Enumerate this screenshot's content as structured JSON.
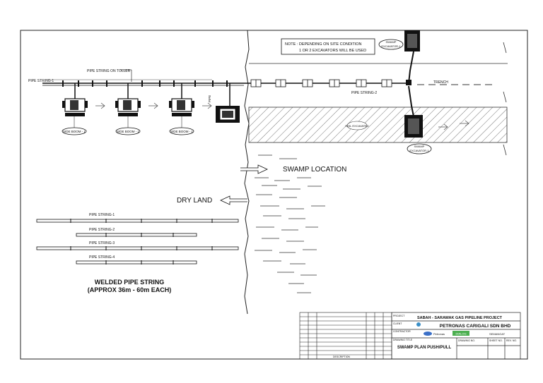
{
  "note": {
    "line1": "NOTE : DEPENDING ON SITE CONDITION",
    "line2": "1 OR 2 EXCAVATORS WILL BE USED"
  },
  "labels": {
    "pipe_string_on_roller": "PIPE STRING ON TOLLER",
    "pipe_string_left": "PIPE STRING-1",
    "pipe_string_right": "PIPE STRING-2",
    "trench": "TRENCH",
    "side_boom": "SIDE BOOM - 1",
    "swamp_excavator": "SWAMP EXCAVATOR-1",
    "soil_excavated": "SOIL EXCAVATED",
    "swamp_location": "SWAMP LOCATION",
    "dry_land": "DRY LAND",
    "welded_title_1": "WELDED PIPE STRING",
    "welded_title_2": "(APPROX 36m - 60m EACH)",
    "pipe_strings": [
      "PIPE STRING-1",
      "PIPE STRING-2",
      "PIPE STRING-3",
      "PIPE STRING-4"
    ]
  },
  "title_block": {
    "project": "SABAH - SARAWAK GAS PIPELINE PROJECT",
    "client": "PETRONAS CARIGALI SDN BHD",
    "contractors": [
      "Petronas",
      "DIALOG",
      "SEMANGAT"
    ],
    "drawing_title": "SWAMP PLAN PUSH/PULL",
    "field_labels": [
      "PROJECT",
      "CLIENT",
      "CONTRACTOR",
      "DRAWING TITLE",
      "DRAWING NO.",
      "SHEET NO.",
      "REV. NO."
    ],
    "rev_header": "DESCRIPTION"
  }
}
